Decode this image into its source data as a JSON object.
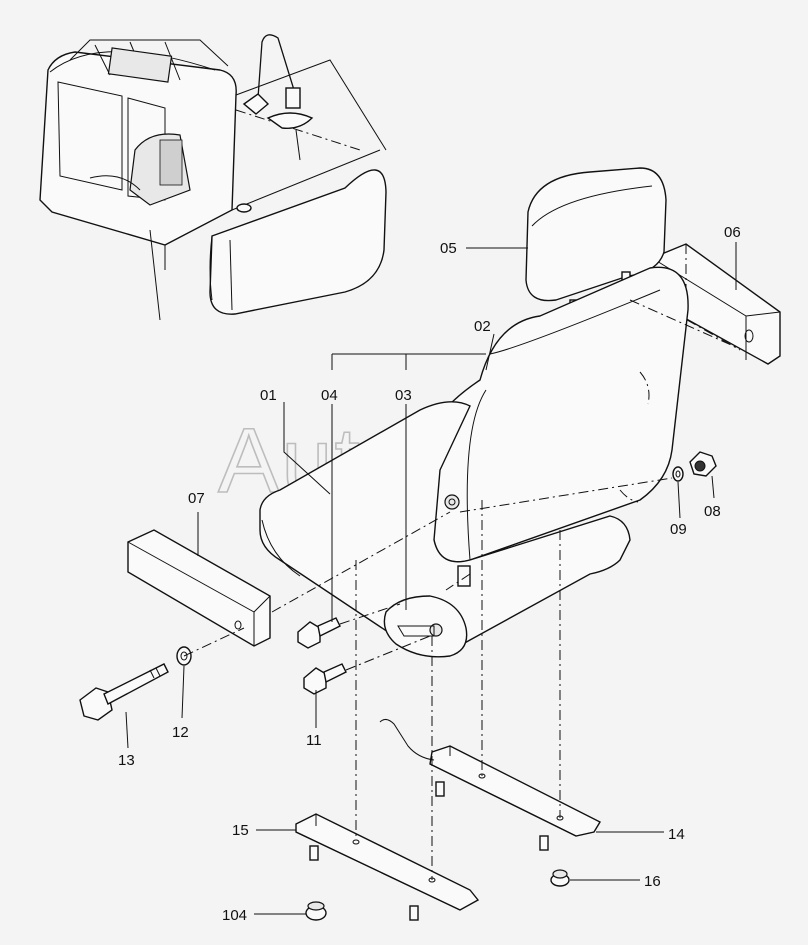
{
  "watermark": "AutoSoft",
  "callouts": [
    {
      "id": "c01",
      "name": "callout-01",
      "text": "01"
    },
    {
      "id": "c02",
      "name": "callout-02",
      "text": "02"
    },
    {
      "id": "c03",
      "name": "callout-03",
      "text": "03"
    },
    {
      "id": "c04",
      "name": "callout-04",
      "text": "04"
    },
    {
      "id": "c05",
      "name": "callout-05",
      "text": "05"
    },
    {
      "id": "c06",
      "name": "callout-06",
      "text": "06"
    },
    {
      "id": "c07",
      "name": "callout-07",
      "text": "07"
    },
    {
      "id": "c08",
      "name": "callout-08",
      "text": "08"
    },
    {
      "id": "c09",
      "name": "callout-09",
      "text": "09"
    },
    {
      "id": "c11",
      "name": "callout-11",
      "text": "11"
    },
    {
      "id": "c12",
      "name": "callout-12",
      "text": "12"
    },
    {
      "id": "c13",
      "name": "callout-13",
      "text": "13"
    },
    {
      "id": "c14",
      "name": "callout-14",
      "text": "14"
    },
    {
      "id": "c15",
      "name": "callout-15",
      "text": "15"
    },
    {
      "id": "c16",
      "name": "callout-16",
      "text": "16"
    },
    {
      "id": "c104",
      "name": "callout-104",
      "text": "104"
    }
  ]
}
